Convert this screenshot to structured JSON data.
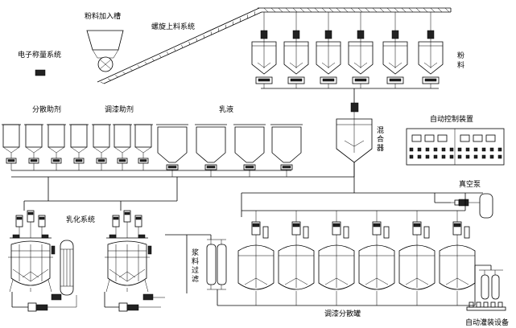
{
  "labels": {
    "powder_hopper": "粉料加入槽",
    "screw_feeder": "螺旋上料系统",
    "weighing": "电子称量系统",
    "powder": "粉料",
    "dispersant": "分散助剂",
    "tinting_agent": "调漆助剂",
    "emulsion": "乳液",
    "mixer": "混合器",
    "auto_control": "自动控制装置",
    "vacuum_pump": "真空泵",
    "emulsify_system": "乳化系统",
    "slurry_filter": "浆料过滤",
    "tinting_dispersion_tank": "调漆分散罐",
    "auto_filling": "自动灌装设备"
  }
}
